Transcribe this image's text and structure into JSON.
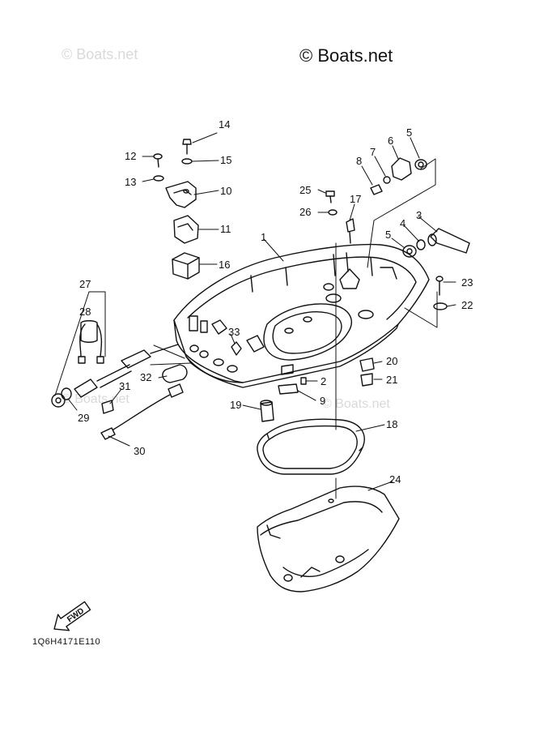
{
  "watermark": {
    "main": "© Boats.net",
    "faint": "© Boats.net"
  },
  "reference_code": "1Q6H4171E110",
  "fwd_label": "FWD",
  "callouts": [
    {
      "id": "c1",
      "label": "1"
    },
    {
      "id": "c2",
      "label": "2"
    },
    {
      "id": "c3",
      "label": "3"
    },
    {
      "id": "c4",
      "label": "4"
    },
    {
      "id": "c5a",
      "label": "5"
    },
    {
      "id": "c5b",
      "label": "5"
    },
    {
      "id": "c6",
      "label": "6"
    },
    {
      "id": "c7",
      "label": "7"
    },
    {
      "id": "c8",
      "label": "8"
    },
    {
      "id": "c9",
      "label": "9"
    },
    {
      "id": "c10",
      "label": "10"
    },
    {
      "id": "c11",
      "label": "11"
    },
    {
      "id": "c12",
      "label": "12"
    },
    {
      "id": "c13",
      "label": "13"
    },
    {
      "id": "c14",
      "label": "14"
    },
    {
      "id": "c15",
      "label": "15"
    },
    {
      "id": "c16",
      "label": "16"
    },
    {
      "id": "c17",
      "label": "17"
    },
    {
      "id": "c18",
      "label": "18"
    },
    {
      "id": "c19",
      "label": "19"
    },
    {
      "id": "c20",
      "label": "20"
    },
    {
      "id": "c21",
      "label": "21"
    },
    {
      "id": "c22",
      "label": "22"
    },
    {
      "id": "c23",
      "label": "23"
    },
    {
      "id": "c24",
      "label": "24"
    },
    {
      "id": "c25",
      "label": "25"
    },
    {
      "id": "c26",
      "label": "26"
    },
    {
      "id": "c27",
      "label": "27"
    },
    {
      "id": "c28",
      "label": "28"
    },
    {
      "id": "c29",
      "label": "29"
    },
    {
      "id": "c30",
      "label": "30"
    },
    {
      "id": "c31",
      "label": "31"
    },
    {
      "id": "c32",
      "label": "32"
    },
    {
      "id": "c33",
      "label": "33"
    }
  ]
}
